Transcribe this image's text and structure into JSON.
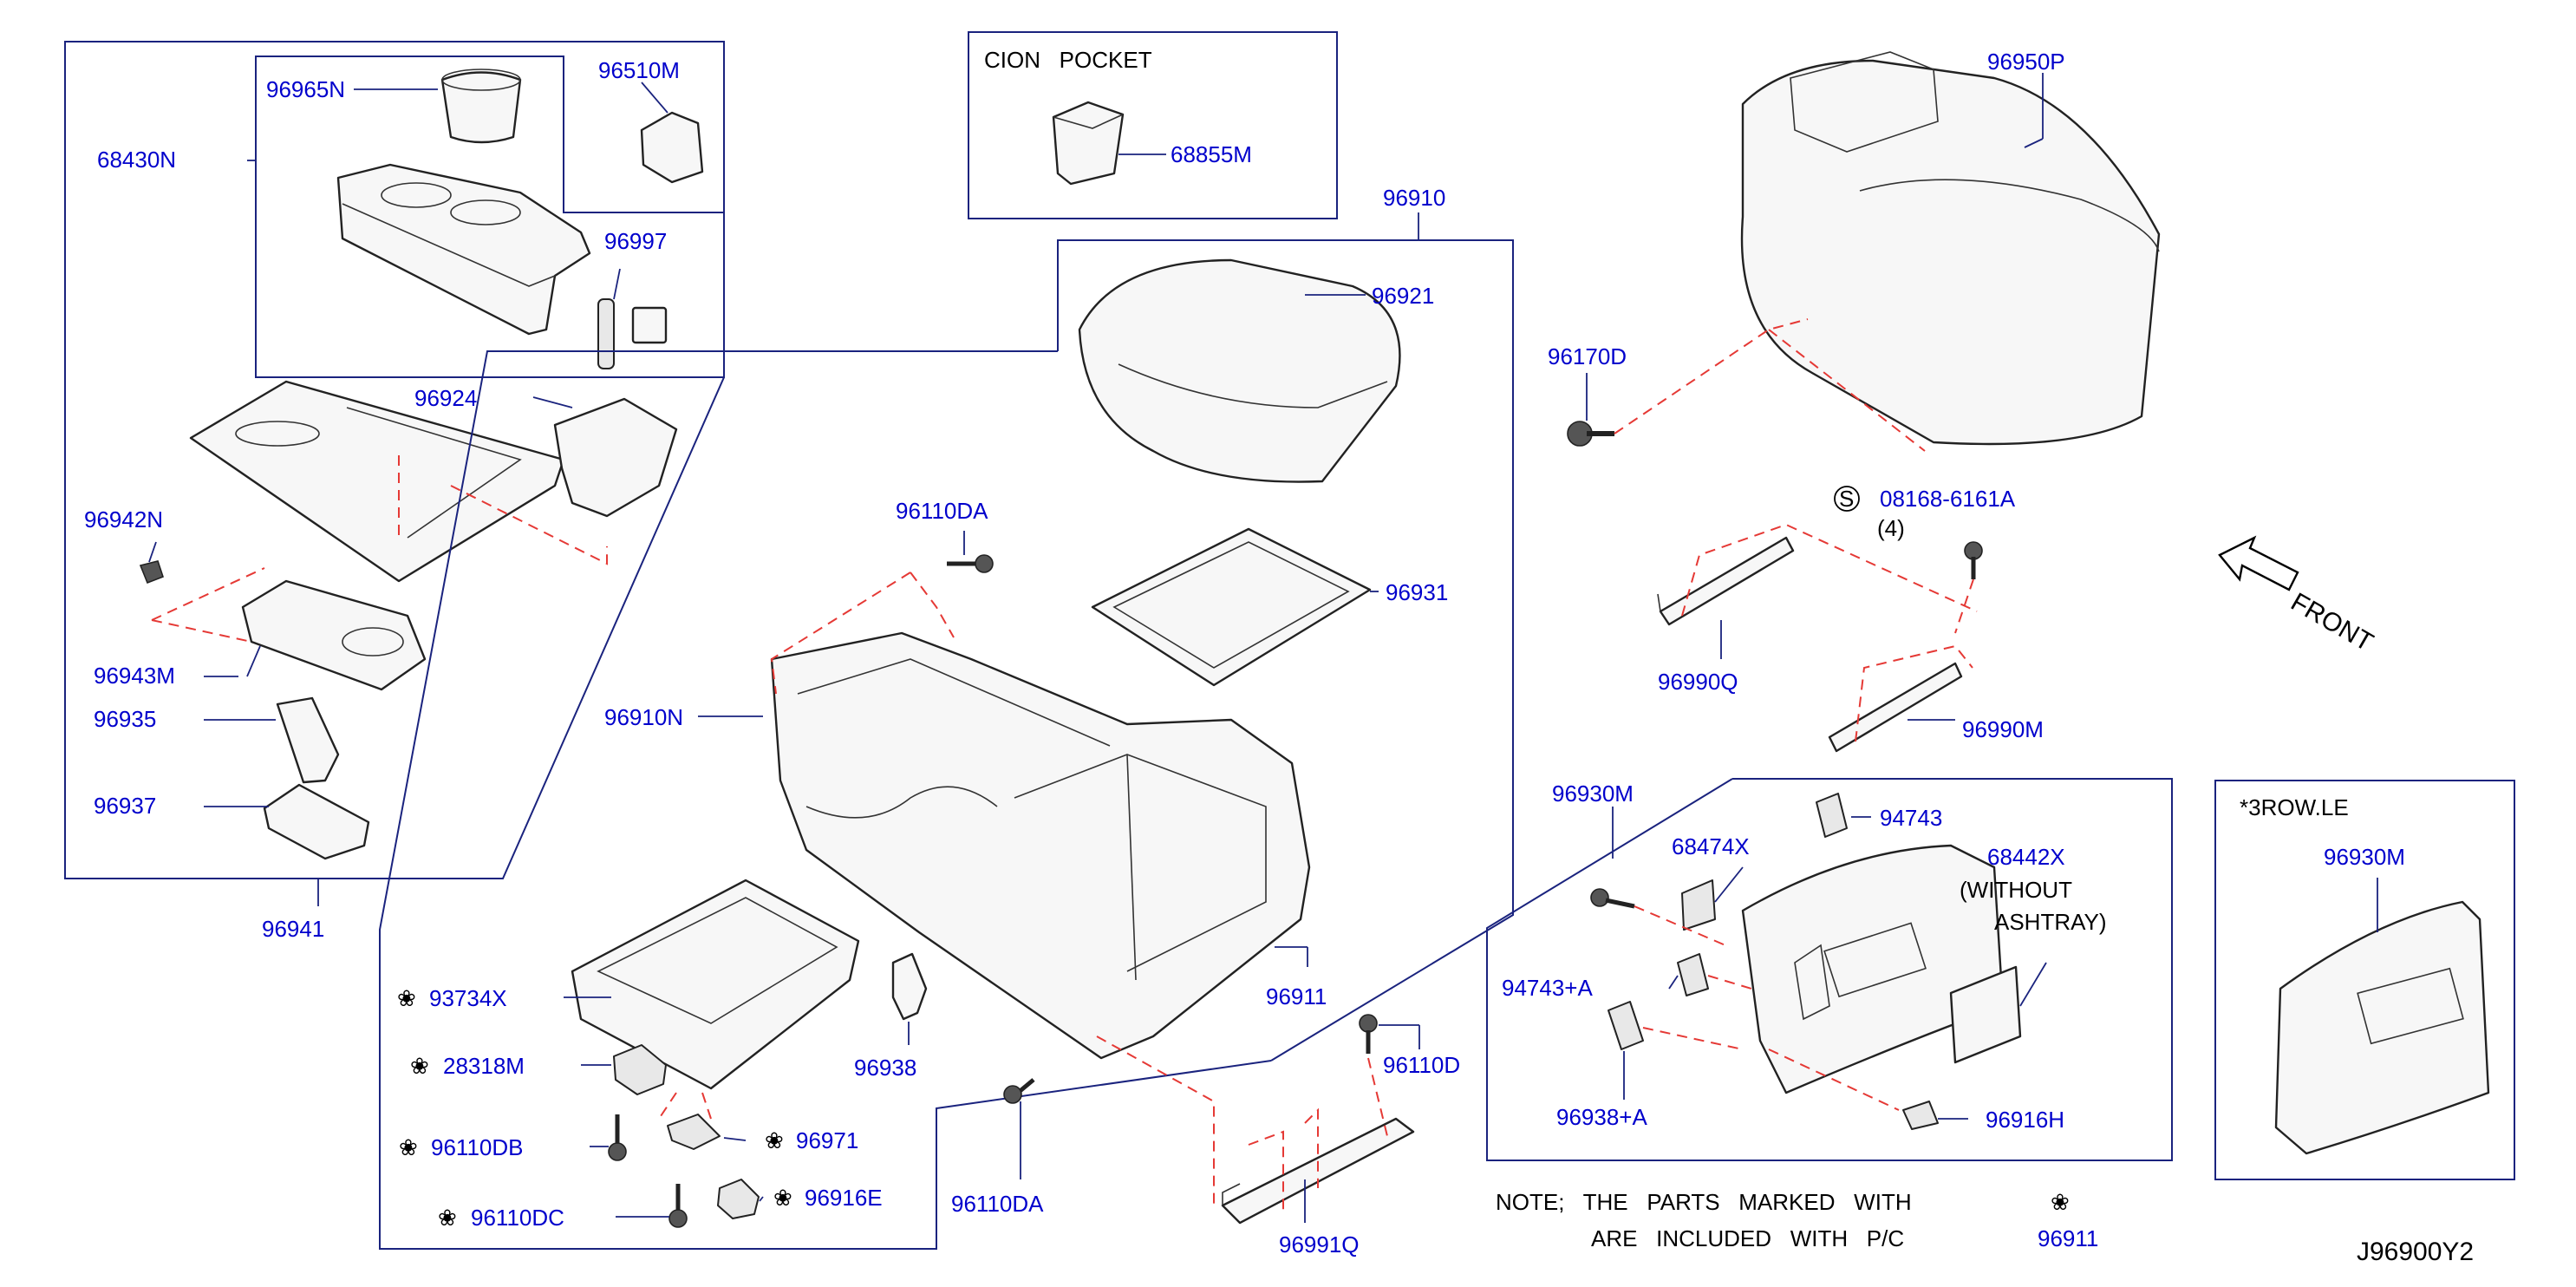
{
  "diagram_code": "J96900Y2",
  "callouts": {
    "c96965N": "96965N",
    "c96510M": "96510M",
    "c68430N": "68430N",
    "c96997": "96997",
    "c96924": "96924",
    "c96942N": "96942N",
    "c96943M": "96943M",
    "c96935": "96935",
    "c96937": "96937",
    "c96941": "96941",
    "c68855M": "68855M",
    "c96910": "96910",
    "c96921": "96921",
    "c96110DA_top": "96110DA",
    "c96931": "96931",
    "c96910N": "96910N",
    "c96911": "96911",
    "c93734X": "93734X",
    "c28318M": "28318M",
    "c96110DB": "96110DB",
    "c96110DC": "96110DC",
    "c96971": "96971",
    "c96916E": "96916E",
    "c96938": "96938",
    "c96110DA_bottom": "96110DA",
    "c96110D": "96110D",
    "c96991Q": "96991Q",
    "c96950P": "96950P",
    "c96170D": "96170D",
    "c08168": "08168-6161A",
    "c08168_qty": "(4)",
    "c08168_symbol": "S",
    "c96990Q": "96990Q",
    "c96990M": "96990M",
    "c96930M": "96930M",
    "c94743": "94743",
    "c68474X": "68474X",
    "c68442X": "68442X",
    "c68442X_note1": "(WITHOUT",
    "c68442X_note2": "ASHTRAY)",
    "c94743A": "94743+A",
    "c96938A": "96938+A",
    "c96916H": "96916H",
    "c96930M_inset": "96930M"
  },
  "boxes": {
    "cion_pocket_title": "CION   POCKET",
    "row3_title": "*3ROW.LE"
  },
  "front_label": "FRONT",
  "note": {
    "line1": "NOTE;   THE   PARTS   MARKED   WITH",
    "line2": "ARE   INCLUDED   WITH   P/C",
    "ref": "96911",
    "mark": "❀"
  },
  "marks": {
    "m93734X": "❀",
    "m28318M": "❀",
    "m96110DB": "❀",
    "m96110DC": "❀",
    "m96971": "❀",
    "m96916E": "❀"
  },
  "colors": {
    "callout_text": "#0000cc",
    "box_line": "#1a237e",
    "phantom_line": "#e53935"
  }
}
